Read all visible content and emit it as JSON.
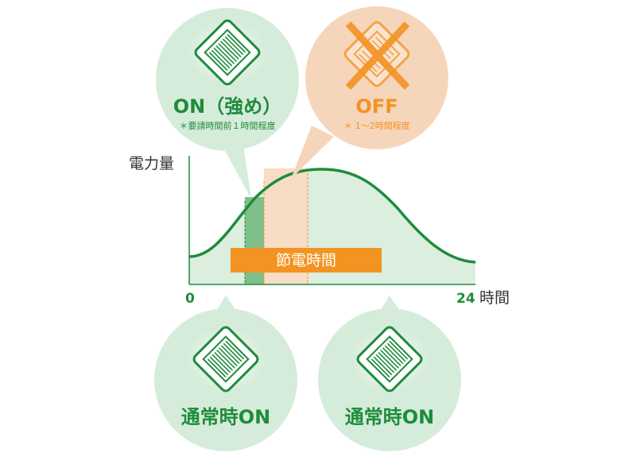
{
  "chart_data": {
    "type": "area",
    "ylabel": "電力量",
    "x_start_label": "0",
    "x_end_label": "24",
    "x_unit": "時間",
    "band_label": "節電時間"
  },
  "bubbles": {
    "on_strong": {
      "title": "ON（強め）",
      "note": "＊要請時間前１時間程度"
    },
    "off": {
      "title": "OFF",
      "note": "＊ 1～2時間程度"
    },
    "normal_left": {
      "title": "通常時ON"
    },
    "normal_right": {
      "title": "通常時ON"
    }
  },
  "colors": {
    "green": "#1e8c3c",
    "green_fill": "#dcefdf",
    "bubble_green": "#d6ecda",
    "orange": "#f39321",
    "peach": "#f6d6bb",
    "peach_band": "#f7dcc6",
    "dark_green_band": "#7fbf8a",
    "axis": "#1e8c3c"
  },
  "icons": {
    "unit": "ceiling-ac-unit-icon",
    "cross": "cross-mark-icon"
  }
}
